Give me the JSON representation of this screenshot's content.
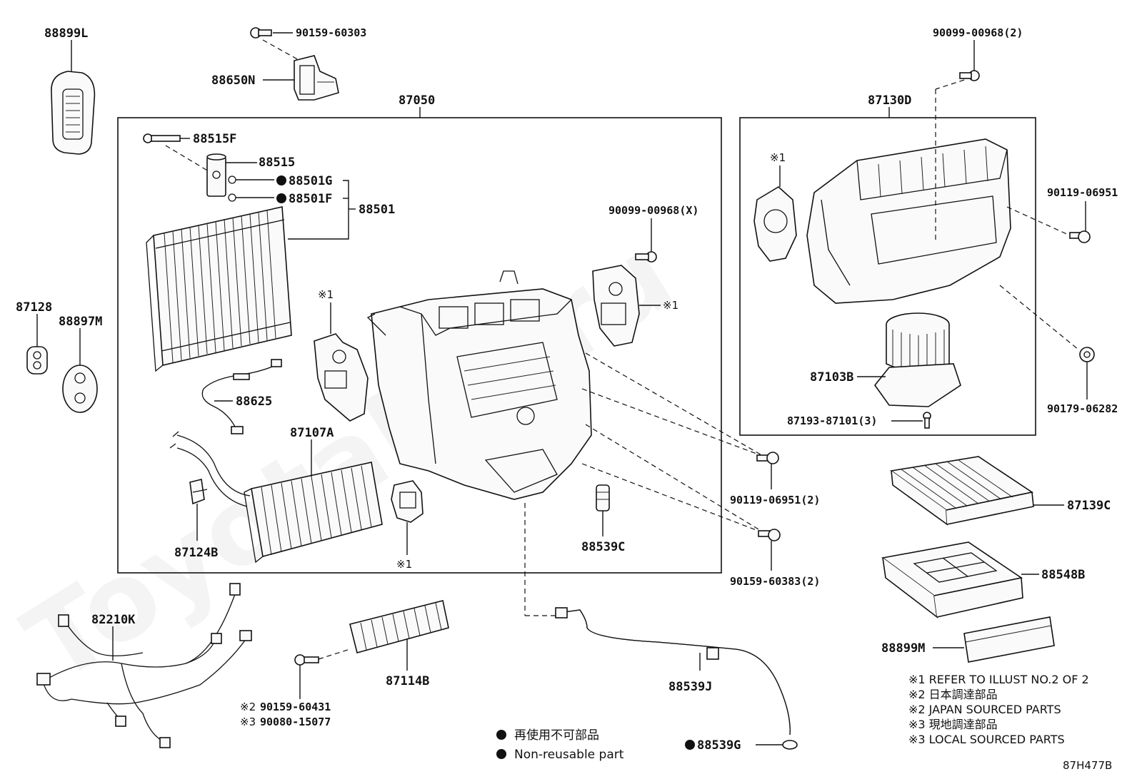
{
  "watermark": "ToyotaMP.ru",
  "groups": {
    "unit": "87050",
    "blower": "87130D"
  },
  "labels": {
    "p88899L": "88899L",
    "p90159_60303": "90159-60303",
    "p88650N": "88650N",
    "p88515F": "88515F",
    "p88515": "88515",
    "p88501G": "88501G",
    "p88501F": "88501F",
    "p88501": "88501",
    "p90099_00968X": "90099-00968(X)",
    "p87128": "87128",
    "p88897M": "88897M",
    "p88625": "88625",
    "p87107A": "87107A",
    "p87124B": "87124B",
    "p88539C": "88539C",
    "p90099_00968_2": "90099-00968(2)",
    "p90119_06951": "90119-06951",
    "p87103B": "87103B",
    "p87193_87101_3": "87193-87101(3)",
    "p90179_06282": "90179-06282",
    "p90119_06951_2": "90119-06951(2)",
    "p90159_60383_2": "90159-60383(2)",
    "p87139C": "87139C",
    "p88548B": "88548B",
    "p88899M": "88899M",
    "p82210K": "82210K",
    "p87114B": "87114B",
    "p88539J": "88539J",
    "p88539G": "88539G",
    "p90159_60431": "90159-60431",
    "p90080_15077": "90080-15077"
  },
  "ref_marks": {
    "r1": "※1",
    "r2": "※2",
    "r3": "※3"
  },
  "notes": [
    "※1 REFER TO ILLUST NO.2 OF 2",
    "※2 日本調達部品",
    "※2 JAPAN SOURCED PARTS",
    "※3 現地調達部品",
    "※3 LOCAL SOURCED PARTS"
  ],
  "legend": {
    "jp": "再使用不可部品",
    "en": "Non-reusable part"
  },
  "illustration_code": "87H477B"
}
